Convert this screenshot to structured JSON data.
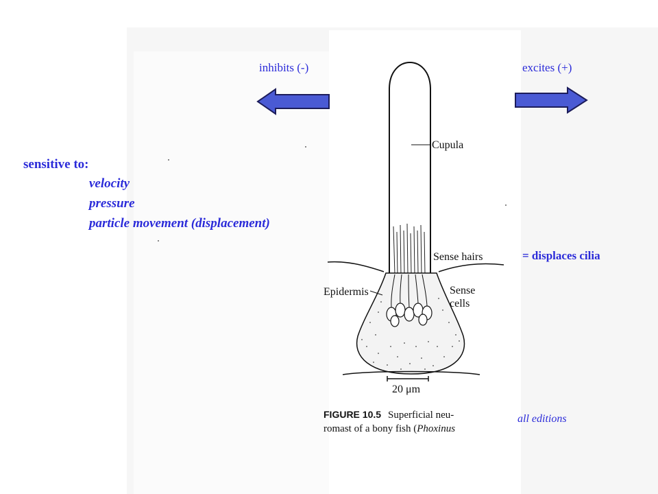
{
  "arrows": {
    "inhibits_label": "inhibits (-)",
    "excites_label": "excites (+)",
    "color": "#4a5ad4",
    "outline": "#1c1c5a"
  },
  "sensitivity": {
    "heading": "sensitive to:",
    "items": [
      "velocity",
      "pressure",
      "particle movement (displacement)"
    ]
  },
  "annotation": {
    "displaces": "= displaces cilia",
    "editions": "all editions"
  },
  "figure": {
    "labels": {
      "cupula": "Cupula",
      "sense_hairs": "Sense hairs",
      "epidermis": "Epidermis",
      "sense_cells_line1": "Sense",
      "sense_cells_line2": "cells",
      "scale": "20 μm"
    },
    "caption": {
      "number": "FIGURE 10.5",
      "line1_text": "Superficial neu-",
      "line2_prefix": "romast of a bony fish (",
      "line2_italic": "Phoxinus"
    }
  },
  "colors": {
    "text_blue": "#2b2bd9",
    "background": "#ffffff",
    "scan_gray": "#f6f6f6"
  }
}
